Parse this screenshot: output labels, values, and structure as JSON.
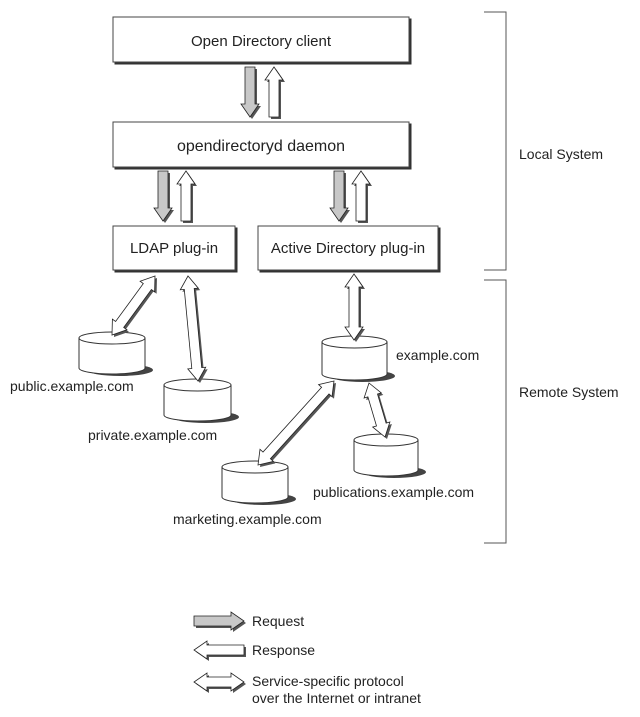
{
  "boxes": {
    "client": "Open Directory client",
    "daemon": "opendirectoryd daemon",
    "ldap": "LDAP plug-in",
    "ad": "Active Directory plug-in"
  },
  "servers": {
    "public": "public.example.com",
    "private": "private.example.com",
    "example": "example.com",
    "publications": "publications.example.com",
    "marketing": "marketing.example.com"
  },
  "brackets": {
    "local": "Local System",
    "remote": "Remote System"
  },
  "legend": {
    "request": "Request",
    "response": "Response",
    "protocol_line1": "Service-specific protocol",
    "protocol_line2": "over the Internet or intranet"
  },
  "colors": {
    "request_fill": "#c8c8c8",
    "response_fill": "#ffffff",
    "stroke": "#222222",
    "shadow": "#555555"
  }
}
